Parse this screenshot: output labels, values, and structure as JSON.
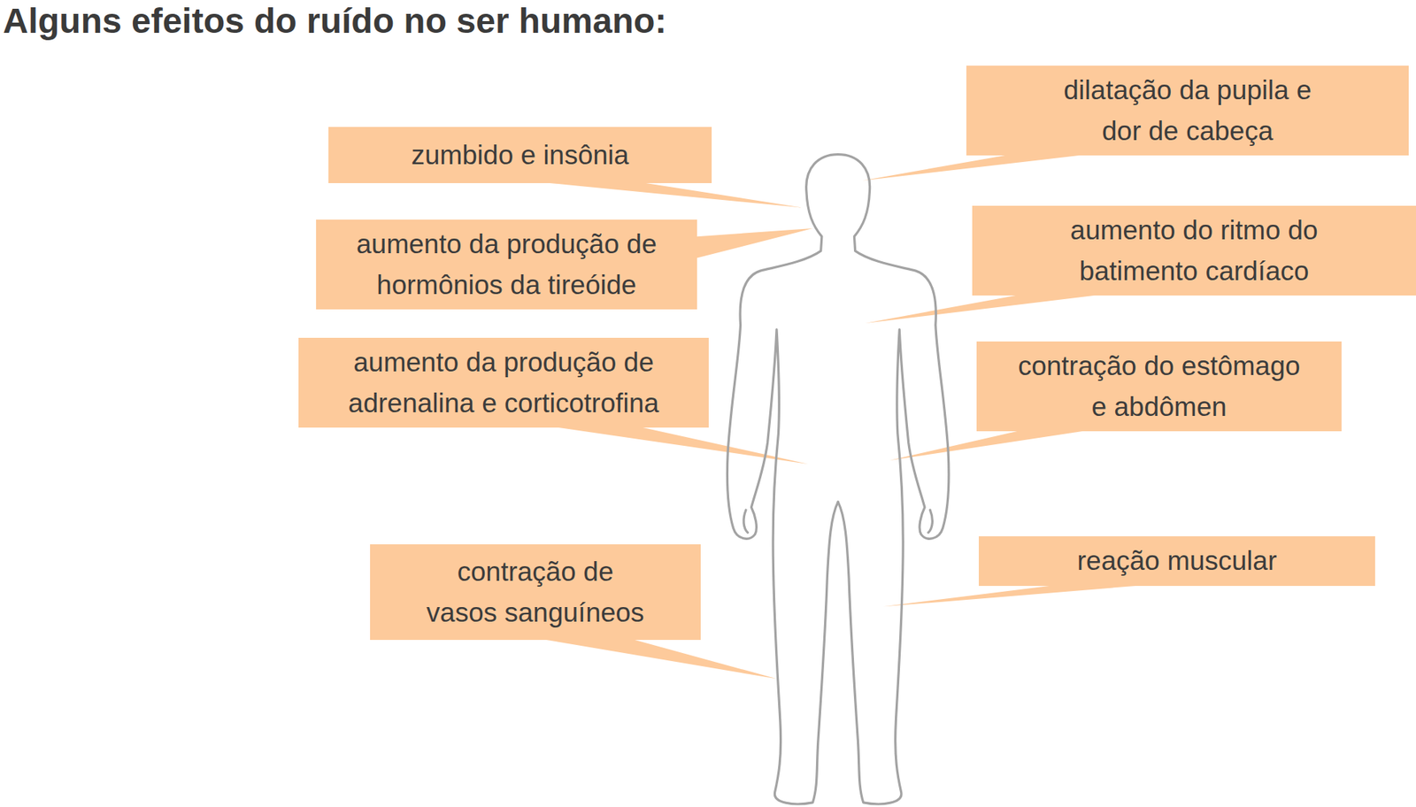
{
  "diagram": {
    "title": "Alguns efeitos do ruído no ser humano:",
    "nodes": [
      {
        "text": [
          "dilatação da pupila e dor de cabeça"
        ]
      },
      {
        "text": [
          "zumbido e insônia"
        ]
      },
      {
        "text": [
          "aumento do ritmo do batimento cardíaco"
        ]
      },
      {
        "text": [
          "aumento da produção de hormônios da tireóide"
        ]
      },
      {
        "text": [
          "aumento da produção de adrenalina e corticotrofina"
        ]
      },
      {
        "text": [
          "contração do estômago e abdômen"
        ]
      },
      {
        "text": [
          "reação muscular"
        ]
      },
      {
        "text": [
          "contração de vasos sanguíneos"
        ]
      }
    ]
  }
}
